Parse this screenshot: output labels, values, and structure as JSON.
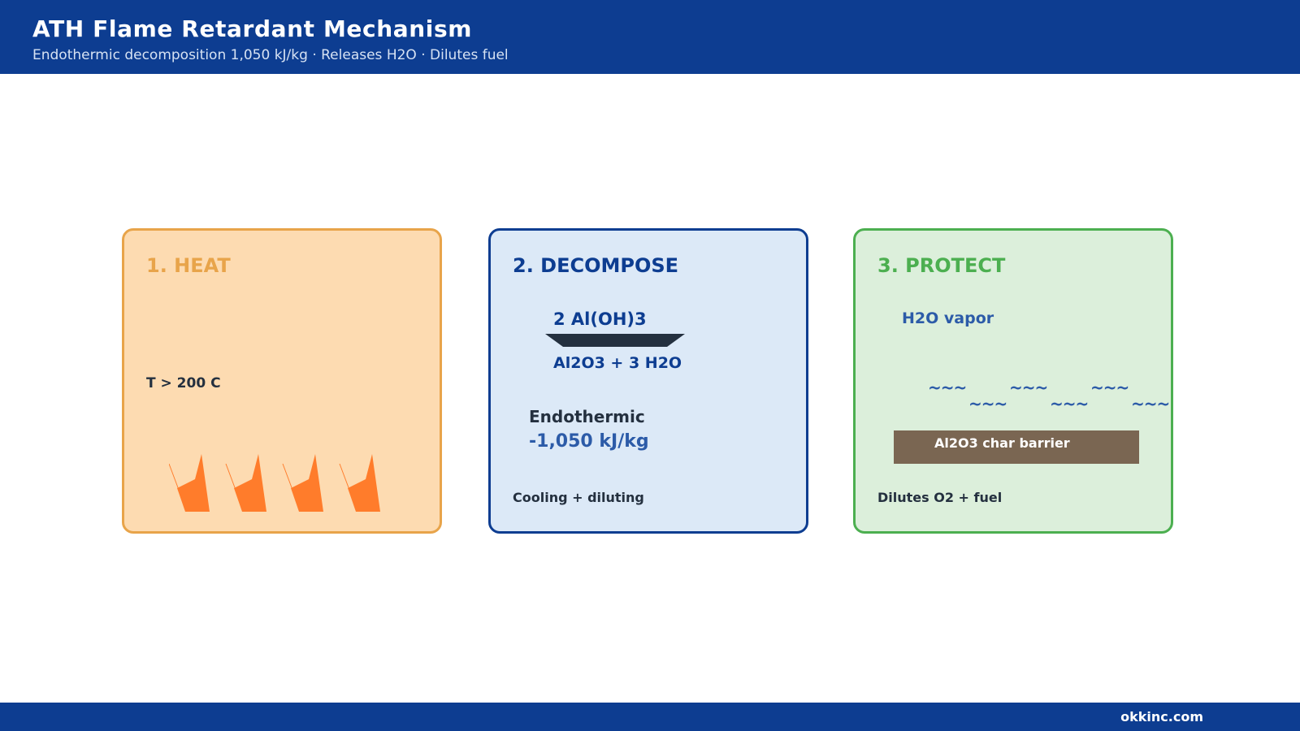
{
  "header": {
    "title": "ATH Flame Retardant Mechanism",
    "subtitle": "Endothermic decomposition 1,050 kJ/kg · Releases H2O · Dilutes fuel"
  },
  "panels": {
    "heat": {
      "title": "1. HEAT",
      "temperature": "T > 200 C"
    },
    "decompose": {
      "title": "2. DECOMPOSE",
      "reactant": "2 Al(OH)3",
      "product": "Al2O3 + 3 H2O",
      "endothermic_label": "Endothermic",
      "endothermic_value": "-1,050 kJ/kg",
      "note": "Cooling + diluting"
    },
    "protect": {
      "title": "3. PROTECT",
      "vapor_label": "H2O vapor",
      "wave_glyph": "~~~",
      "char_label": "Al2O3 char barrier",
      "note": "Dilutes O2 + fuel"
    }
  },
  "footer": {
    "site": "okkinc.com"
  },
  "colors": {
    "brand_blue": "#0d3d91",
    "heat_orange": "#e8a44a",
    "flame_orange": "#ff7c2b",
    "protect_green": "#4caf50",
    "char_brown": "#7a6652"
  }
}
